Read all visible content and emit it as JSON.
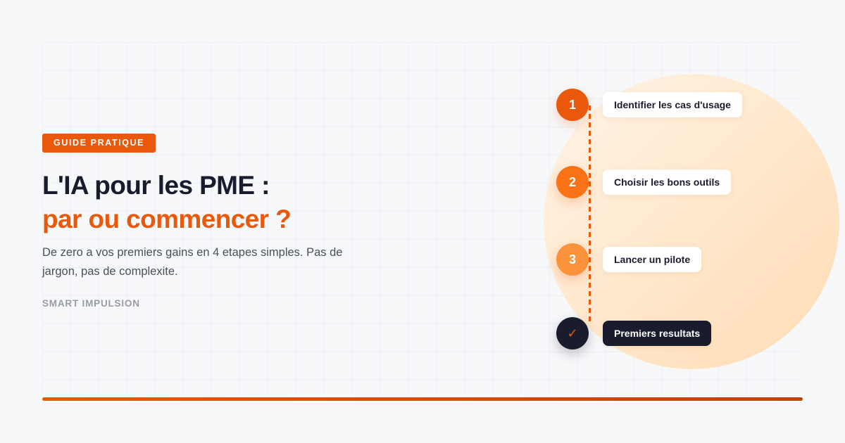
{
  "badge": "GUIDE PRATIQUE",
  "title": {
    "line1": "L'IA pour les PME :",
    "line2": "par ou commencer ?"
  },
  "description": "De zero a vos premiers gains en 4 etapes simples. Pas de jargon, pas de complexite.",
  "brand": "SMART IMPULSION",
  "steps": [
    {
      "marker": "1",
      "label": "Identifier les cas d'usage",
      "color": "#ea580c"
    },
    {
      "marker": "2",
      "label": "Choisir les bons outils",
      "color": "#f97316"
    },
    {
      "marker": "3",
      "label": "Lancer un pilote",
      "color": "#fb923c"
    },
    {
      "marker": "✓",
      "label": "Premiers resultats",
      "color": "#1a1c2e",
      "marker_color": "#ea580c"
    }
  ],
  "colors": {
    "accent": "#ea580c",
    "dark": "#1a1c2e",
    "background": "#f7f8fa"
  }
}
